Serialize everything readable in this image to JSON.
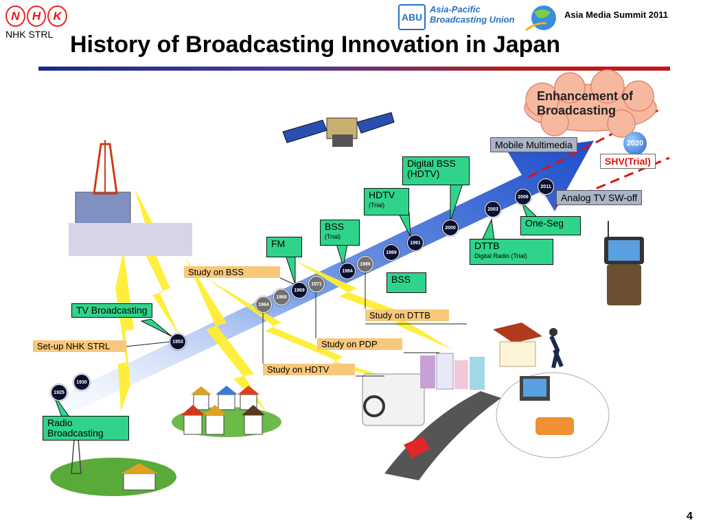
{
  "header": {
    "logo_letters": [
      "N",
      "H",
      "K"
    ],
    "logo_sub": "NHK STRL",
    "title": "History of Broadcasting Innovation in Japan",
    "summit": "Asia Media Summit 2011",
    "abu_short": "ABU",
    "abu_name_line1": "Asia-Pacific",
    "abu_name_line2": "Broadcasting Union",
    "accent_colors": {
      "rule_left": "#1a2a8a",
      "rule_right": "#c01818",
      "green_box": "#2fd48a",
      "orange_label": "#f8c87a"
    }
  },
  "cloud": {
    "line1": "Enhancement of",
    "line2": "Broadcasting"
  },
  "future": {
    "year": "2020",
    "shv": "SHV(Trial)",
    "mobile": "Mobile Multimedia",
    "analog_off": "Analog TV SW-off"
  },
  "years": {
    "y1925": "1925",
    "y1930": "1930",
    "y1953": "1953",
    "y1964": "1964",
    "y1966": "1966",
    "y1969": "1969",
    "y1971": "1971",
    "y1984": "1984",
    "y1986": "1986",
    "y1989": "1989",
    "y1991": "1991",
    "y2000": "2000",
    "y2003": "2003",
    "y2006": "2006",
    "y2011": "2011"
  },
  "milestones": {
    "radio_line1": "Radio",
    "radio_line2": "Broadcasting",
    "tv": "TV Broadcasting",
    "fm": "FM",
    "bss_trial": "BSS",
    "bss_trial_sub": "(Trial)",
    "bss": "BSS",
    "hdtv_trial": "HDTV",
    "hdtv_trial_sub": "(Trial)",
    "digital_bss_line1": "Digital BSS",
    "digital_bss_line2": "(HDTV)",
    "dttb": "DTTB",
    "dttb_sub": "Digital Radio (Trial)",
    "one_seg": "One-Seg"
  },
  "studies": {
    "nhk_strl": "Set-up NHK STRL",
    "bss": "Study on BSS",
    "hdtv": "Study on HDTV",
    "pdp": "Study on PDP",
    "dttb": "Study on DTTB"
  },
  "page_number": "4",
  "icons": [
    "satellite-icon",
    "broadcast-tower-icon",
    "houses-icon",
    "mobile-phone-icon",
    "car-navigation-icon",
    "living-room-tv-icon",
    "person-walking-icon",
    "radio-tower-icon"
  ]
}
